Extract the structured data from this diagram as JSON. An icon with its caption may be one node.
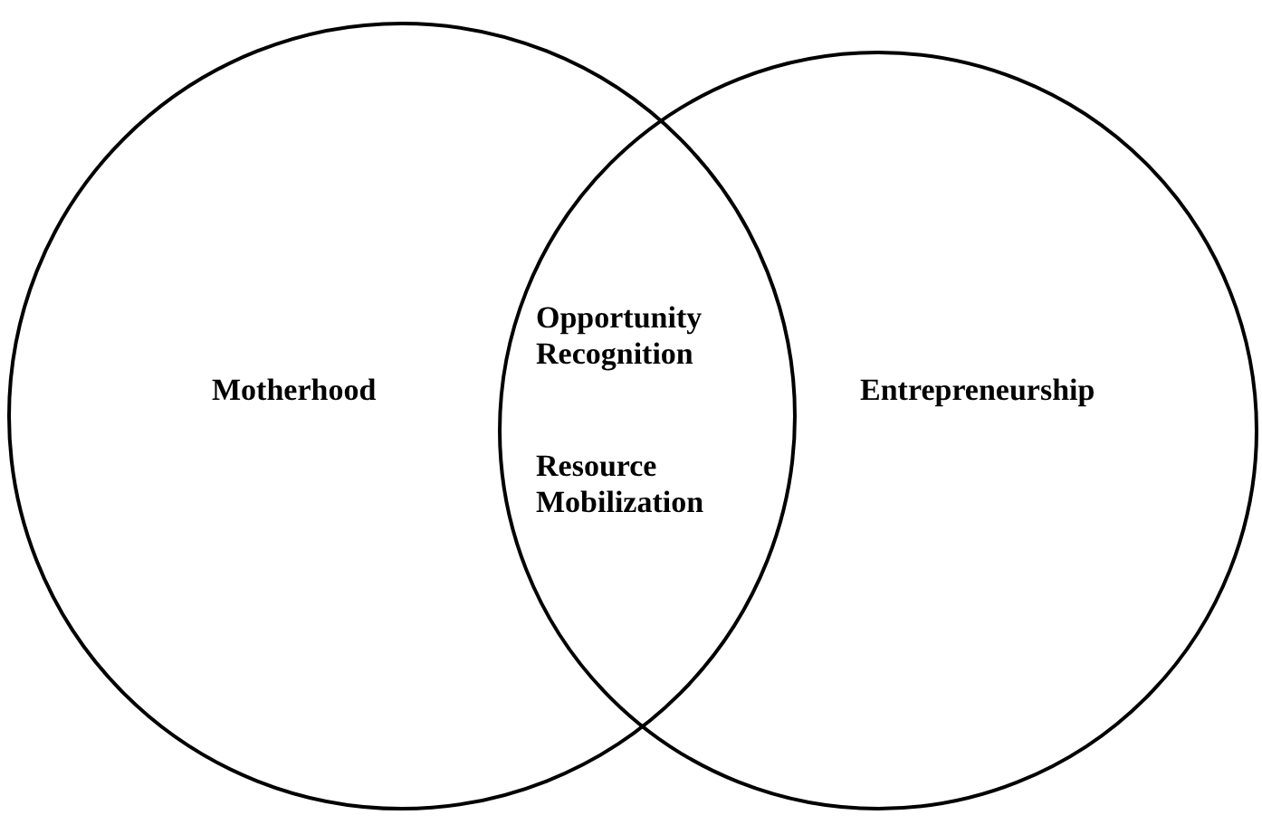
{
  "diagram": {
    "nodes": [
      {
        "text": [
          "Motherhood"
        ]
      },
      {
        "text": [
          "Entrepreneurship"
        ]
      },
      {
        "text": [
          "Opportunity Recognition",
          "Resource Mobilization"
        ]
      }
    ]
  }
}
